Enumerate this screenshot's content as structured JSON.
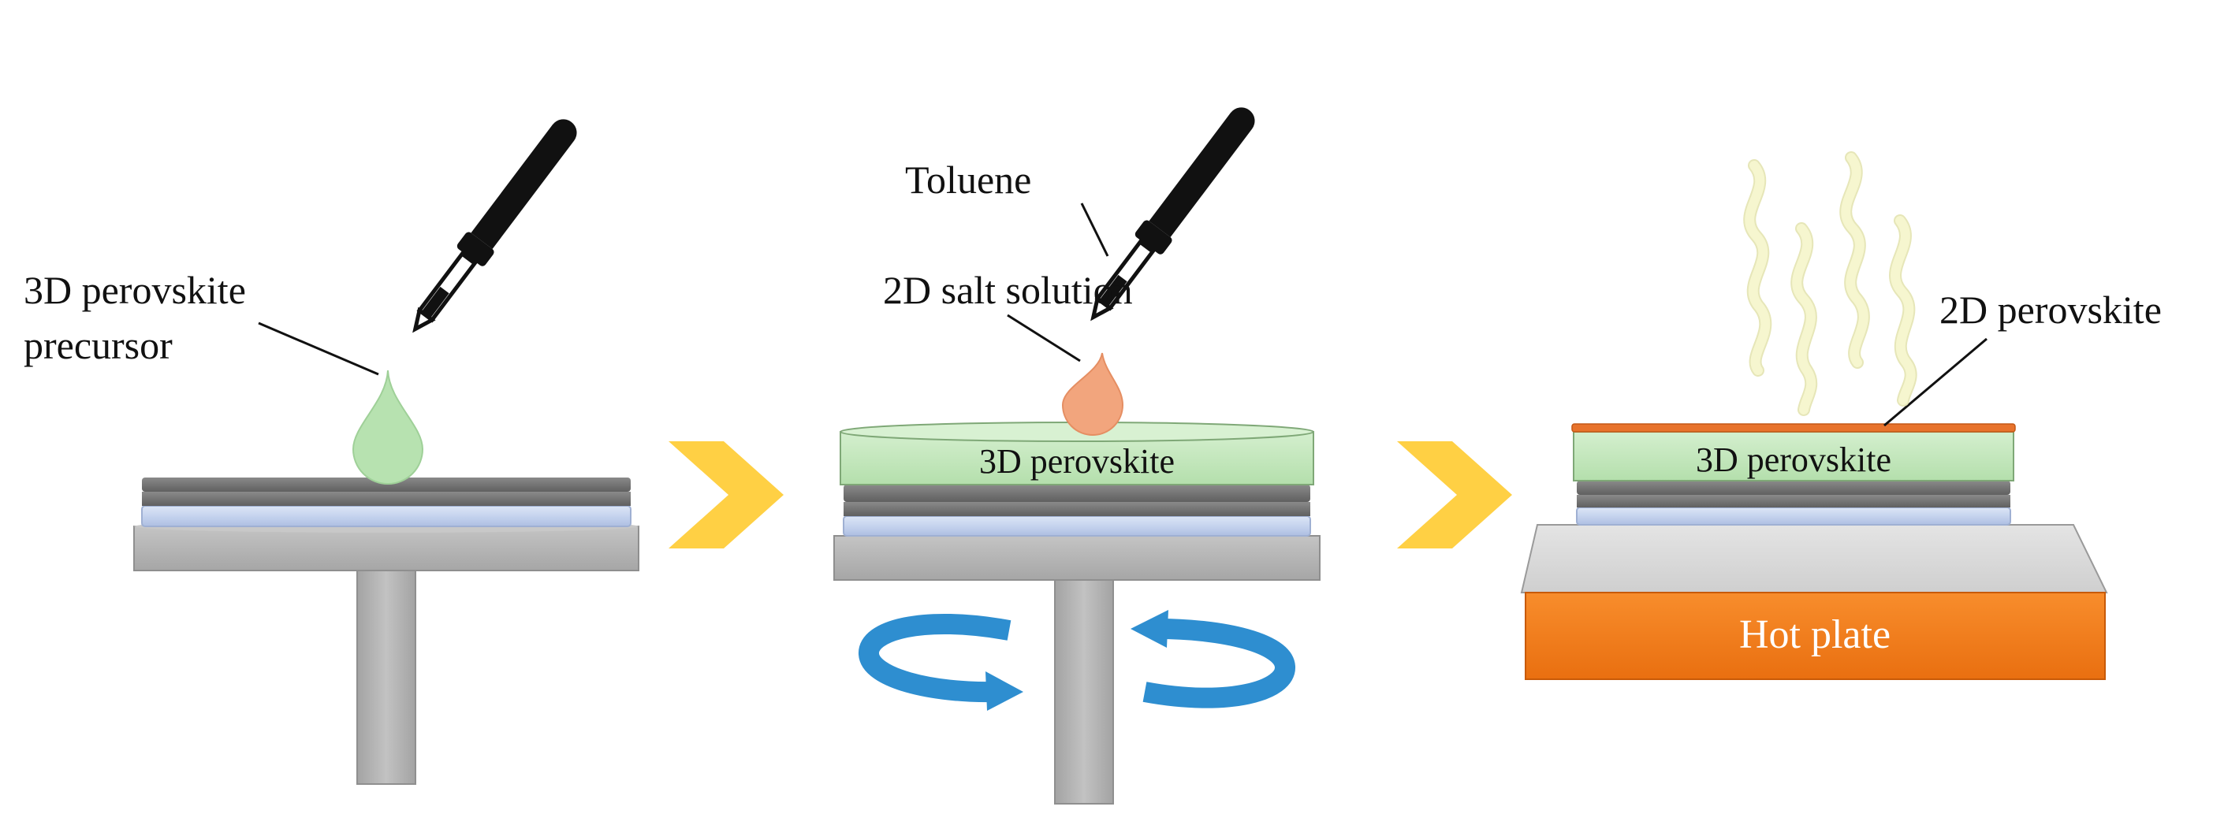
{
  "labels": {
    "precursor_line1": "3D perovskite",
    "precursor_line2": "precursor",
    "salt_solution": "2D salt solution",
    "toluene": "Toluene",
    "film_step2": "3D perovskite",
    "film_step3": "3D perovskite",
    "top_layer": "2D perovskite",
    "hot_plate": "Hot plate"
  },
  "colors": {
    "background": "#ffffff",
    "perovskite_3d": "#c5e8be",
    "perovskite_2d": "#e8732c",
    "salt_drop": "#f2a57d",
    "precursor_drop": "#b7e2b0",
    "arrow": "#ffd044",
    "rotation": "#2e8ed0",
    "hot_plate": "#f58220",
    "plate_top": "#d9d9d9",
    "chuck": "#b4b4b4",
    "glass": "#c9d6ee",
    "electrode": "#7a7a7a",
    "vapor": "#f6f6cf",
    "dropper": "#111111"
  },
  "icons": {
    "dropper": "pipette-icon",
    "process_arrow": "chevron-right-icon",
    "rotation": "rotate-icon",
    "vapor": "steam-icon"
  }
}
